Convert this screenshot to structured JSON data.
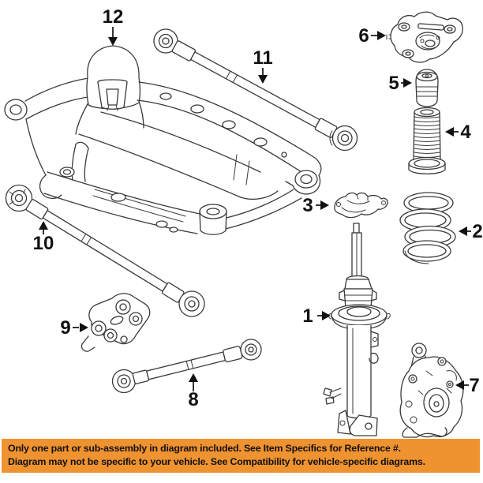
{
  "diagram": {
    "description": "Rear suspension exploded parts diagram",
    "callouts": [
      {
        "label": "1"
      },
      {
        "label": "2"
      },
      {
        "label": "3"
      },
      {
        "label": "4"
      },
      {
        "label": "5"
      },
      {
        "label": "6"
      },
      {
        "label": "7"
      },
      {
        "label": "8"
      },
      {
        "label": "9"
      },
      {
        "label": "10"
      },
      {
        "label": "11"
      },
      {
        "label": "12"
      }
    ]
  },
  "banner": {
    "line1": "Only one part or sub-assembly in diagram included. See Item Specifics for Reference #.",
    "line2": "Diagram may not be specific to your vehicle. See Compatibility for vehicle-specific diagrams.",
    "background_color": "#EF9230",
    "text_color": "#111111"
  },
  "colors": {
    "line": "#3a3a3a",
    "background": "#ffffff"
  }
}
